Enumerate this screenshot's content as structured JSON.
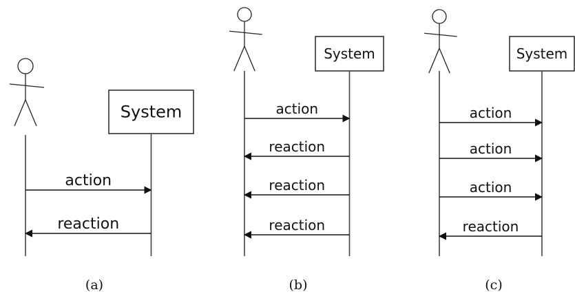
{
  "diagrams": [
    {
      "system_label": "System",
      "messages": [
        {
          "label": "action",
          "direction": "to-system"
        },
        {
          "label": "reaction",
          "direction": "to-actor"
        }
      ],
      "caption": "(a)"
    },
    {
      "system_label": "System",
      "messages": [
        {
          "label": "action",
          "direction": "to-system"
        },
        {
          "label": "reaction",
          "direction": "to-actor"
        },
        {
          "label": "reaction",
          "direction": "to-actor"
        },
        {
          "label": "reaction",
          "direction": "to-actor"
        }
      ],
      "caption": "(b)"
    },
    {
      "system_label": "System",
      "messages": [
        {
          "label": "action",
          "direction": "to-system"
        },
        {
          "label": "action",
          "direction": "to-system"
        },
        {
          "label": "action",
          "direction": "to-system"
        },
        {
          "label": "reaction",
          "direction": "to-actor"
        }
      ],
      "caption": "(c)"
    }
  ]
}
